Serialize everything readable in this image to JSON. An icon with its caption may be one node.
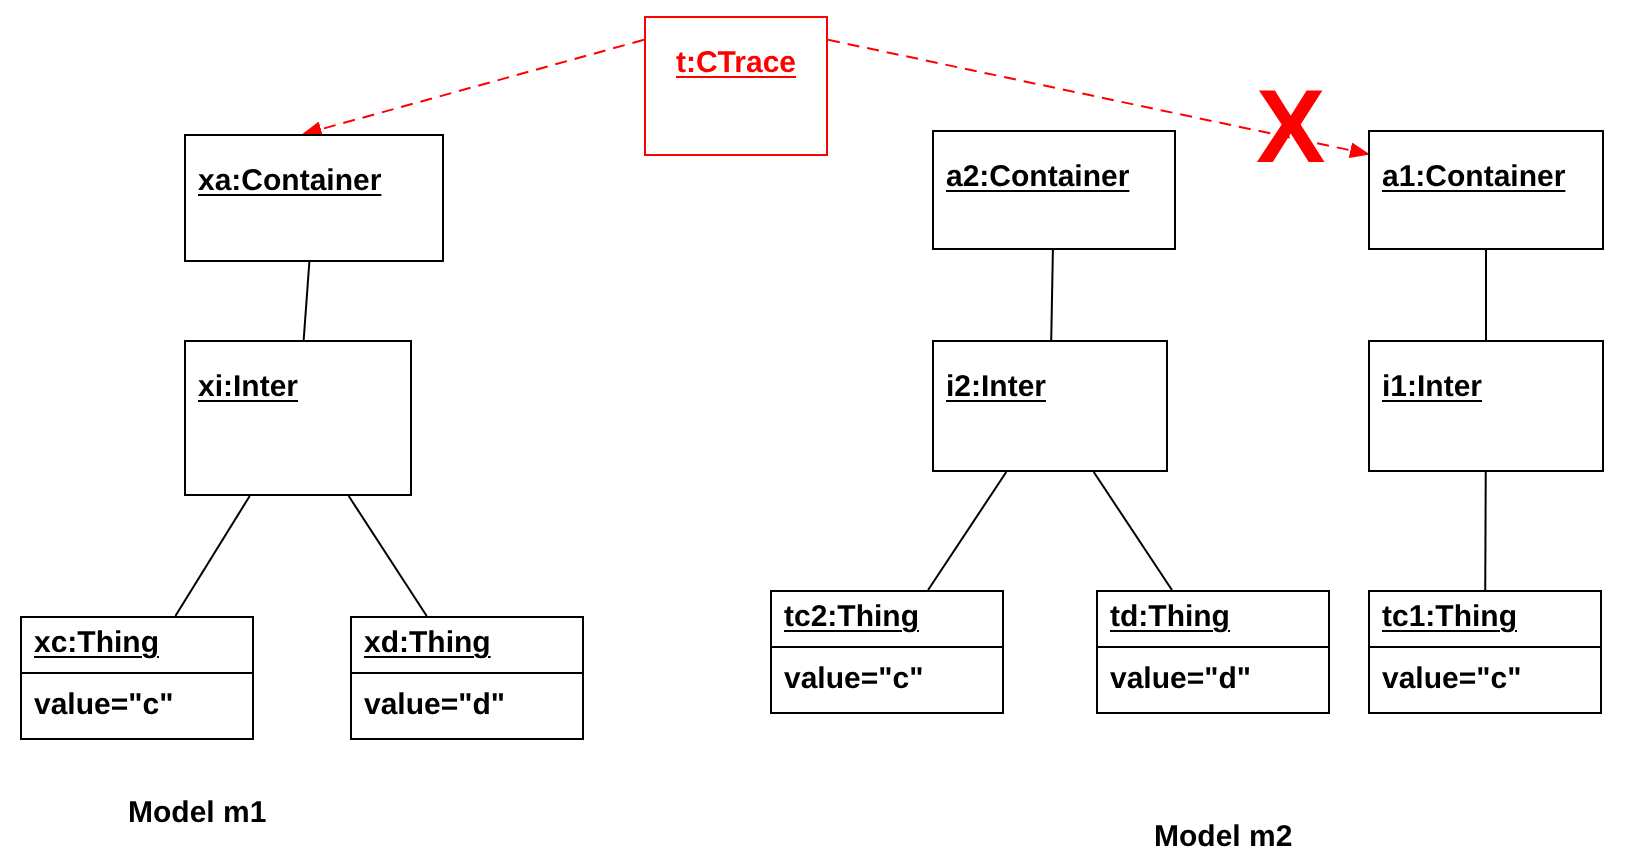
{
  "diagram": {
    "nodes": [
      {
        "text": [
          "t:CTrace"
        ]
      },
      {
        "text": [
          "xa:Container"
        ]
      },
      {
        "text": [
          "xi:Inter"
        ]
      },
      {
        "text": [
          "xc:Thing",
          "value=\"c\""
        ]
      },
      {
        "text": [
          "xd:Thing",
          "value=\"d\""
        ]
      },
      {
        "text": [
          "a2:Container"
        ]
      },
      {
        "text": [
          "i2:Inter"
        ]
      },
      {
        "text": [
          "tc2:Thing",
          "value=\"c\""
        ]
      },
      {
        "text": [
          "td:Thing",
          "value=\"d\""
        ]
      },
      {
        "text": [
          "a1:Container"
        ]
      },
      {
        "text": [
          "i1:Inter"
        ]
      },
      {
        "text": [
          "tc1:Thing",
          "value=\"c\""
        ]
      }
    ],
    "edges": [
      {
        "from": 0,
        "to": 1,
        "arrow": "to",
        "style": "dashed",
        "color": "#ff0000"
      },
      {
        "from": 0,
        "to": 9,
        "arrow": "to",
        "style": "dashed",
        "color": "#ff0000"
      },
      {
        "from": 1,
        "to": 2,
        "arrow": "none"
      },
      {
        "from": 2,
        "to": 3,
        "arrow": "none"
      },
      {
        "from": 2,
        "to": 4,
        "arrow": "none"
      },
      {
        "from": 5,
        "to": 6,
        "arrow": "none"
      },
      {
        "from": 6,
        "to": 7,
        "arrow": "none"
      },
      {
        "from": 6,
        "to": 8,
        "arrow": "none"
      },
      {
        "from": 9,
        "to": 10,
        "arrow": "none"
      },
      {
        "from": 10,
        "to": 11,
        "arrow": "none"
      }
    ],
    "labels": [
      "X",
      "Model m1",
      "Model m2"
    ]
  }
}
